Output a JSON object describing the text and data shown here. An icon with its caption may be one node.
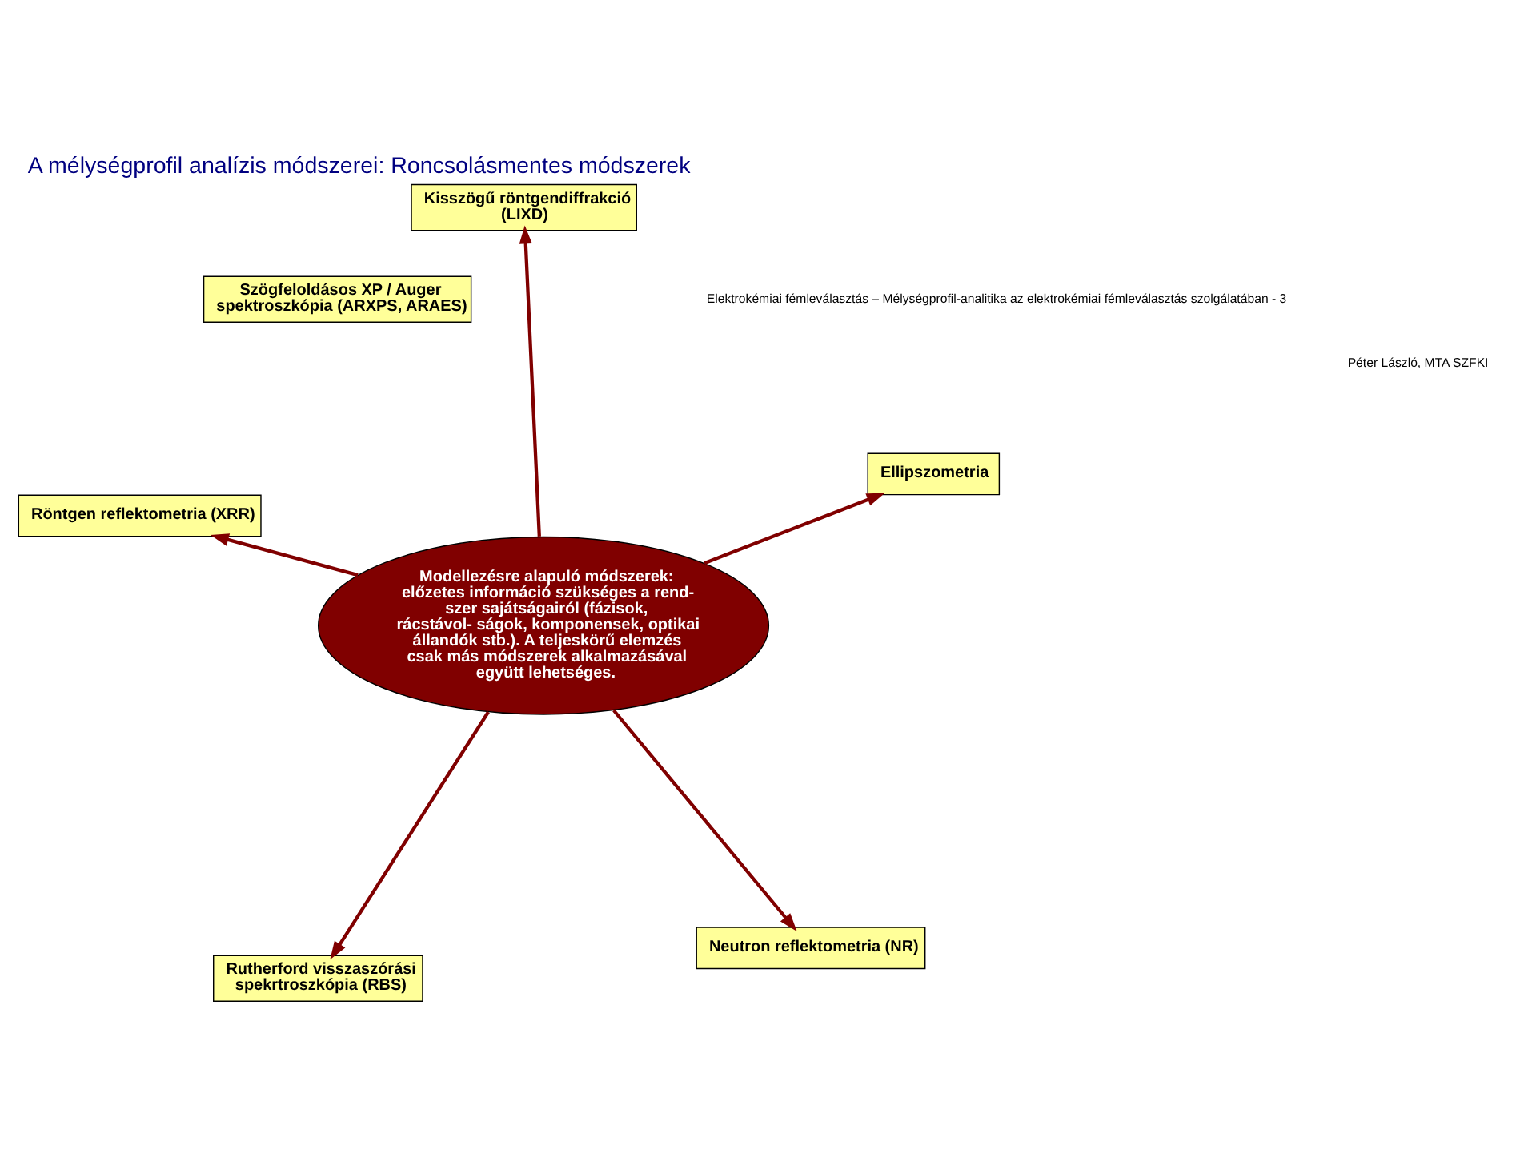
{
  "diagram": {
    "title": "A mélységprofil analízis módszerei: Roncsolásmentes módszerek",
    "nodes": [
      {
        "text": [
          "Modellezésre alapuló módszerek:",
          "előzetes információ szükséges a rend- szer sajátságairól (fázisok, rácstávol- ságok, komponensek, optikai állandók stb.). A teljeskörű elemzés csak más módszerek alkalmazásával együtt lehetséges."
        ]
      },
      {
        "text": [
          "Neutron reflektometria (NR)"
        ]
      },
      {
        "text": [
          "Rutherford visszaszórási spekrtroszkópia (RBS)"
        ]
      },
      {
        "text": [
          "Röntgen reflektometria (XRR)"
        ]
      },
      {
        "text": [
          "Ellipszometria"
        ]
      },
      {
        "text": [
          "Kisszögű röntgendiffrakció (LIXD)"
        ]
      },
      {
        "text": [
          "Szögfeloldásos XP / Auger spektroszkópia (ARXPS, ARAES)"
        ]
      }
    ],
    "edges": [
      {
        "from": 0,
        "to": 1,
        "arrow": "to"
      },
      {
        "from": 0,
        "to": 2,
        "arrow": "to"
      },
      {
        "from": 0,
        "to": 3,
        "arrow": "to"
      },
      {
        "from": 0,
        "to": 4,
        "arrow": "to"
      },
      {
        "from": 0,
        "to": 5,
        "arrow": "to"
      }
    ],
    "labels": [
      "Elektrokémiai fémleválasztás – Mélységprofil-analitika az elektrokémiai fémleválasztás szolgálatában - 3",
      "Péter László, MTA SZFKI"
    ]
  }
}
